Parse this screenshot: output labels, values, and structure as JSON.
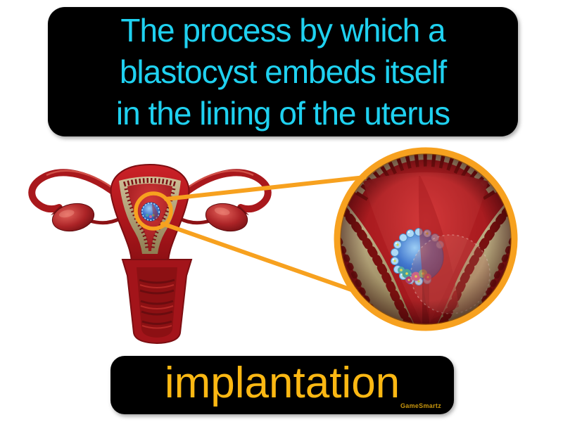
{
  "page": {
    "background_color": "#ffffff"
  },
  "definition_card": {
    "background_color": "#000000",
    "text_color": "#1fd1f0",
    "lines": [
      "The process by which a",
      "blastocyst embeds itself",
      "in the lining of the uterus"
    ]
  },
  "term_card": {
    "background_color": "#000000",
    "text_color": "#fcb813",
    "term": "implantation",
    "watermark": "GameSmartz",
    "watermark_color": "#c9960c"
  },
  "illustration": {
    "subject": "uterus-cross-section-with-blastocyst-implantation-magnifier",
    "callout_color": "#f7a11f",
    "uterus_color": "#b11a1e",
    "endometrium_color": "#b5a67e",
    "blastocyst_color": "#3a74cc"
  }
}
